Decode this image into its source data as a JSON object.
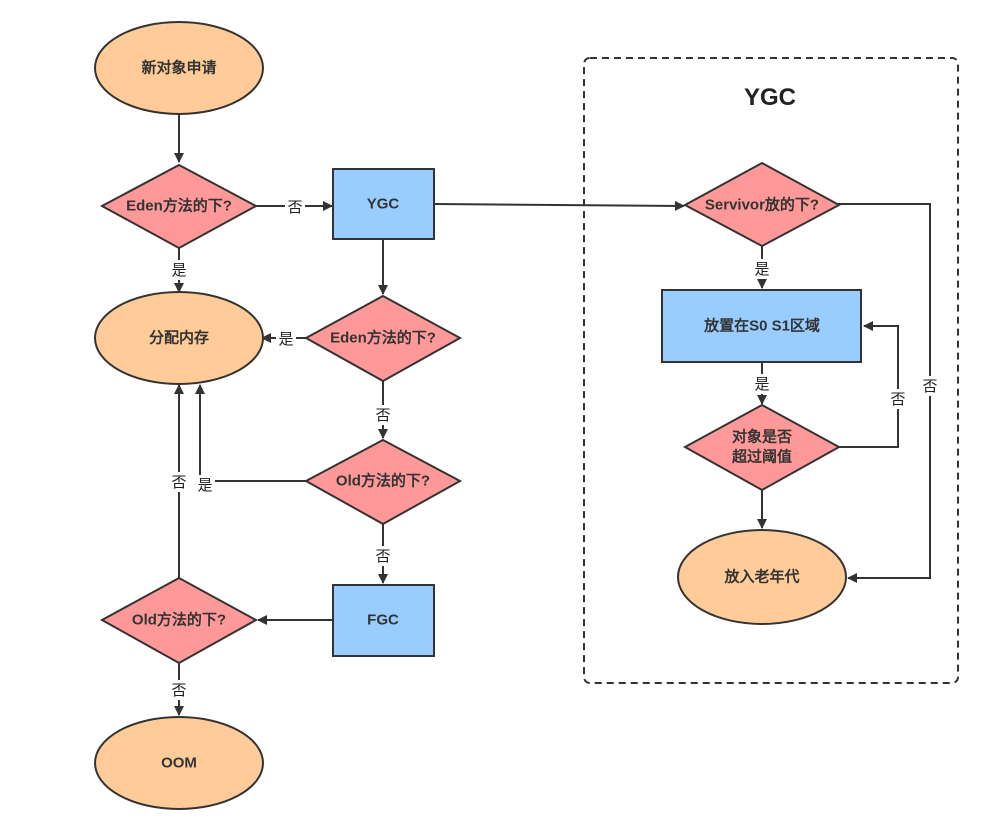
{
  "diagram": {
    "group_title": "YGC",
    "colors": {
      "terminal_fill": "#ffcc99",
      "decision_fill": "#ff9999",
      "process_fill": "#99ccff",
      "stroke": "#333333"
    },
    "nodes": {
      "new_object": "新对象申请",
      "eden_check_1": "Eden方法的下?",
      "ygc": "YGC",
      "eden_check_2": "Eden方法的下?",
      "allocate": "分配内存",
      "old_check_1": "Old方法的下?",
      "fgc": "FGC",
      "old_check_2": "Old方法的下?",
      "oom": "OOM",
      "survivor_check": "Servivor放的下?",
      "place_s0s1": "放置在S0 S1区域",
      "threshold_line1": "对象是否",
      "threshold_line2": "超过阈值",
      "old_gen": "放入老年代"
    },
    "edge_labels": {
      "eden1_no": "否",
      "eden1_yes": "是",
      "eden2_yes": "是",
      "eden2_no": "否",
      "old1_yes": "是",
      "old1_no": "否",
      "old2_no_up": "否",
      "old2_no_down": "否",
      "survivor_yes": "是",
      "survivor_no": "否",
      "place_yes": "是",
      "threshold_no": "否"
    }
  }
}
